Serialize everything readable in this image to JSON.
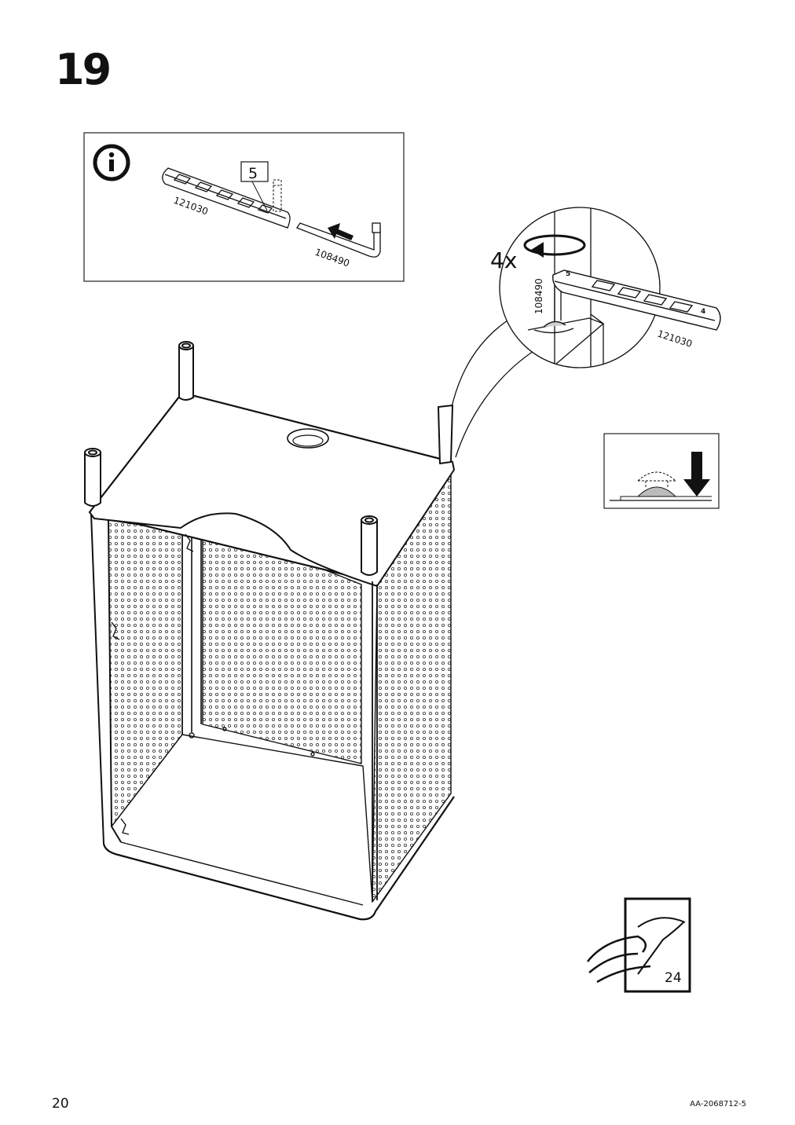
{
  "step": {
    "number": "19"
  },
  "info_box": {
    "icon": "info-icon",
    "part_bracket": "121030",
    "part_pin": "108490",
    "quantity_label": "5"
  },
  "detail": {
    "multiplier": "4x",
    "part_pin": "108490",
    "part_bracket": "121030",
    "bracket_mark_left": "5",
    "bracket_mark_right": "4"
  },
  "page_turn": {
    "page_ref": "24"
  },
  "footer": {
    "page_number": "20",
    "doc_id": "AA-2068712-5"
  }
}
